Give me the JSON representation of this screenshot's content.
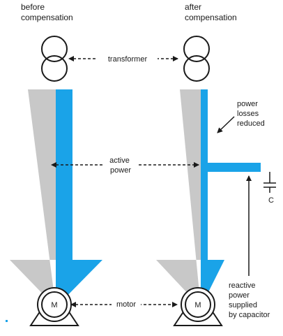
{
  "labels": {
    "before": [
      "before",
      "compensation"
    ],
    "after": [
      "after",
      "compensation"
    ],
    "transformer": "transformer",
    "active_power": [
      "active",
      "power"
    ],
    "power_losses": [
      "power",
      "losses",
      "reduced"
    ],
    "motor": "motor",
    "reactive_supplied": [
      "reactive",
      "power",
      "supplied",
      "by capacitor"
    ],
    "capacitor_symbol": "C",
    "motor_symbol": "M"
  },
  "colors": {
    "active_power": "#c8c8c8",
    "reactive_power": "#1aa3e8",
    "line": "#1a1a1a"
  }
}
